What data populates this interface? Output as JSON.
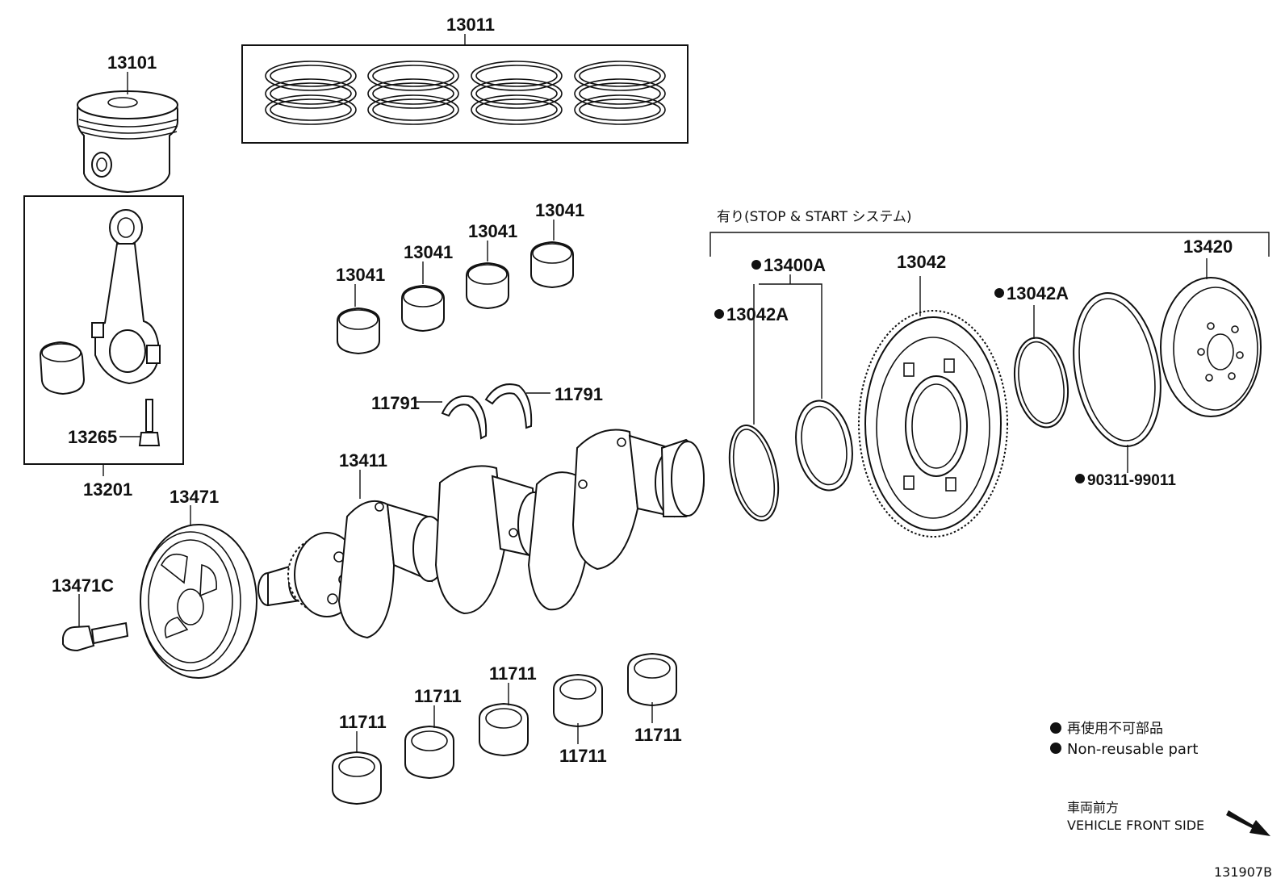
{
  "labels": {
    "p13011": "13011",
    "p13101": "13101",
    "p13201": "13201",
    "p13265": "13265",
    "p13471": "13471",
    "p13471C": "13471C",
    "p13411": "13411",
    "p11791a": "11791",
    "p11791b": "11791",
    "p13041a": "13041",
    "p13041b": "13041",
    "p13041c": "13041",
    "p13041d": "13041",
    "p11711a": "11711",
    "p11711b": "11711",
    "p11711c": "11711",
    "p11711d": "11711",
    "p11711e": "11711",
    "p13400A": "13400A",
    "p13042A_left": "13042A",
    "p13042": "13042",
    "p13042A_right": "13042A",
    "p13420": "13420",
    "p90311": "90311-99011"
  },
  "notes": {
    "stop_start": "有り(STOP & START システム)",
    "legend_jp": "再使用不可部品",
    "legend_en": "Non-reusable part",
    "front_jp": "車両前方",
    "front_en": "VEHICLE FRONT SIDE",
    "diagram_id": "131907B"
  },
  "colors": {
    "line": "#111111",
    "background": "#ffffff"
  },
  "non_reusable_marked": [
    "13400A",
    "13042A",
    "13042A",
    "90311-99011"
  ]
}
